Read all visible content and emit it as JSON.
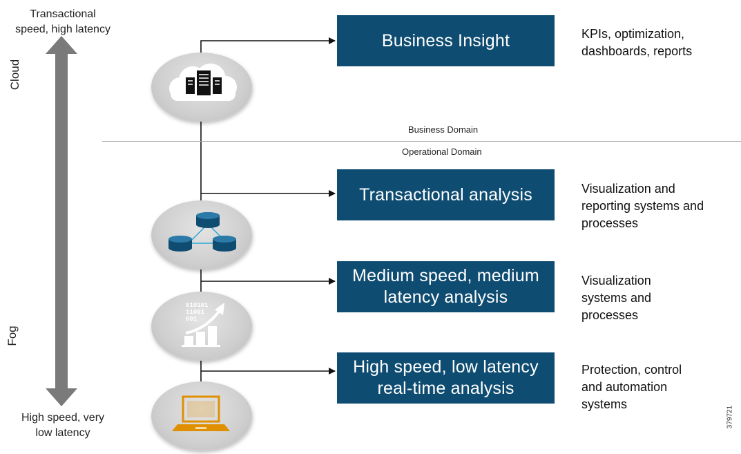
{
  "axis": {
    "top_label": [
      "Transactional",
      "speed, high latency"
    ],
    "bottom_label": [
      "High speed, very",
      "low latency"
    ],
    "cloud_label": "Cloud",
    "fog_label": "Fog"
  },
  "domains": {
    "business": "Business Domain",
    "operational": "Operational Domain"
  },
  "tiers": [
    {
      "box": [
        "Business Insight"
      ],
      "desc": [
        "KPIs, optimization,",
        "dashboards, reports"
      ],
      "icon": "cloud-datacenter-icon"
    },
    {
      "box": [
        "Transactional analysis"
      ],
      "desc": [
        "Visualization and",
        "reporting systems and",
        "processes"
      ],
      "icon": "database-network-icon"
    },
    {
      "box": [
        "Medium speed, medium",
        "latency analysis"
      ],
      "desc": [
        "Visualization",
        "systems and",
        "processes"
      ],
      "icon": "data-growth-chart-icon"
    },
    {
      "box": [
        "High speed, low latency",
        "real-time analysis"
      ],
      "desc": [
        "Protection, control",
        "and automation",
        "systems"
      ],
      "icon": "laptop-icon"
    }
  ],
  "figure_id": "379721",
  "chart_icon_text": [
    "010101",
    "11001",
    "001"
  ],
  "colors": {
    "box_fill": "#0f4c71",
    "arrow": "#7a7a7a",
    "laptop": "#e08f00",
    "db_blue": "#1a5f87"
  }
}
